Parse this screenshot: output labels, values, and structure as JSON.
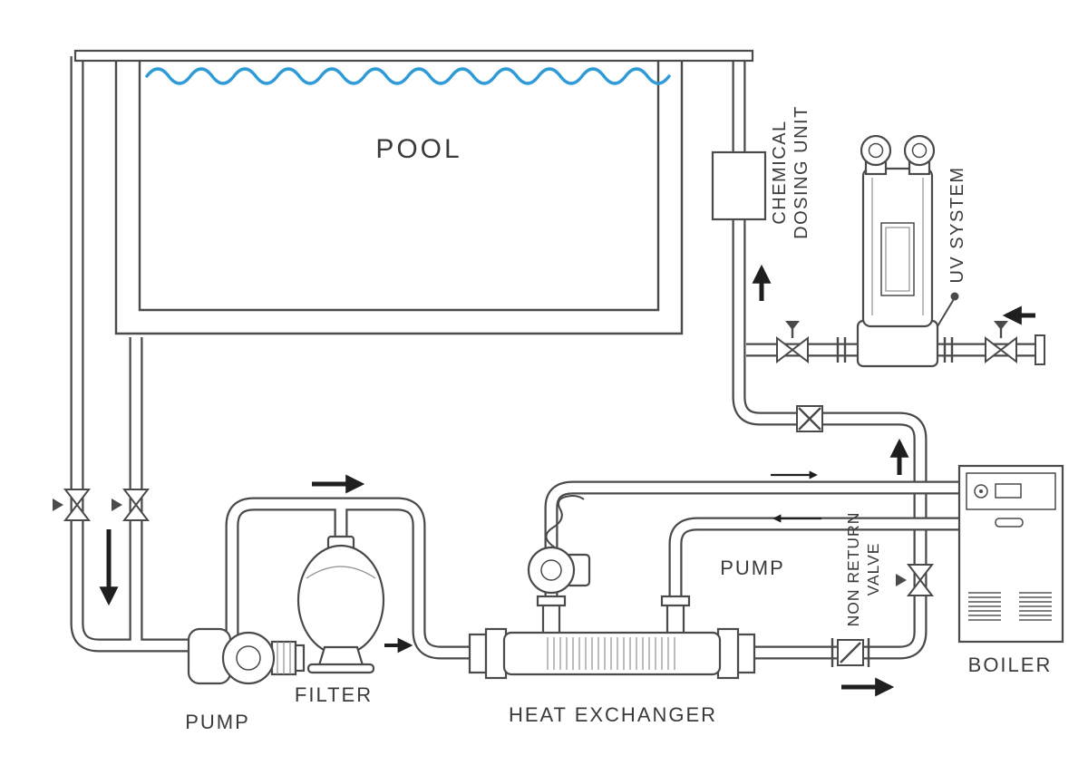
{
  "diagram": {
    "type": "schematic",
    "subject": "pool water treatment and heating system",
    "labels": {
      "pool": "POOL",
      "pump_left": "PUMP",
      "filter": "FILTER",
      "heat_exchanger": "HEAT EXCHANGER",
      "pump_mid": "PUMP",
      "boiler": "BOILER",
      "chemical_dosing_line1": "CHEMICAL",
      "chemical_dosing_line2": "DOSING UNIT",
      "uv_system": "UV SYSTEM",
      "non_return_valve_line1": "NON RETURN",
      "non_return_valve_line2": "VALVE"
    },
    "colors": {
      "outline": "#4a4a4a",
      "label": "#3a3a3a",
      "water": "#2e9bd6",
      "arrow": "#1f1f1f",
      "background": "#ffffff"
    }
  }
}
